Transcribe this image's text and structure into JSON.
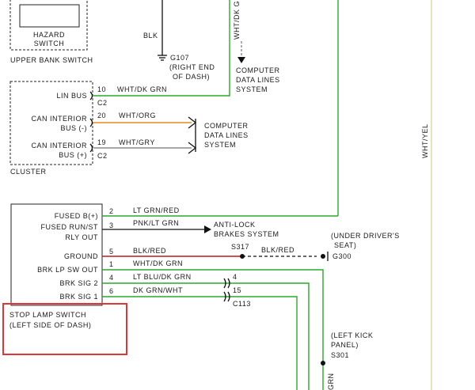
{
  "upper_bank": {
    "hazard_switch_line1": "HAZARD",
    "hazard_switch_line2": "SWITCH",
    "label": "UPPER BANK SWITCH"
  },
  "ground_g107": {
    "wire": "BLK",
    "id": "G107",
    "loc_line1": "(RIGHT END",
    "loc_line2": "OF DASH)"
  },
  "computer_datalines_top": {
    "wire": "WHT/DK G",
    "line1": "COMPUTER",
    "line2": "DATA LINES",
    "line3": "SYSTEM"
  },
  "cluster": {
    "label": "CLUSTER",
    "lin_bus": "LIN BUS",
    "lin_pin": "10",
    "lin_wire": "WHT/DK GRN",
    "c2_top": "C2",
    "can_minus_1": "CAN INTERIOR",
    "can_minus_2": "BUS (-)",
    "can_minus_pin": "20",
    "can_minus_wire": "WHT/ORG",
    "can_plus_1": "CAN INTERIOR",
    "can_plus_2": "BUS (+)",
    "can_plus_pin": "19",
    "can_plus_wire": "WHT/GRY",
    "c2_bottom": "C2"
  },
  "computer_datalines_mid": {
    "line1": "COMPUTER",
    "line2": "DATA LINES",
    "line3": "SYSTEM"
  },
  "right_wire": "WHT/YEL",
  "stop_lamp_module": {
    "rows": [
      {
        "label": "FUSED B(+)",
        "pin": "2",
        "wire": "LT GRN/RED"
      },
      {
        "label": "FUSED RUN/ST",
        "pin": "3",
        "wire": "PNK/LT GRN"
      },
      {
        "label": "RLY OUT",
        "pin": "",
        "wire": ""
      },
      {
        "label": "GROUND",
        "pin": "5",
        "wire": "BLK/RED"
      },
      {
        "label": "BRK LP SW OUT",
        "pin": "1",
        "wire": "WHT/DK GRN"
      },
      {
        "label": "BRK SIG 2",
        "pin": "4",
        "wire": "LT BLU/DK GRN"
      },
      {
        "label": "BRK SIG 1",
        "pin": "6",
        "wire": "DK GRN/WHT"
      }
    ],
    "name_line1": "STOP LAMP SWITCH",
    "name_line2": "(LEFT SIDE OF DASH)"
  },
  "abs": {
    "line1": "ANTI-LOCK",
    "line2": "BRAKES SYSTEM"
  },
  "splice_s317": {
    "id": "S317",
    "wire": "BLK/RED"
  },
  "ground_g300": {
    "id": "G300",
    "loc_line1": "(UNDER DRIVER'S",
    "loc_line2": "SEAT)"
  },
  "connector_c113": {
    "pin_a": "4",
    "pin_b": "15",
    "id": "C113"
  },
  "splice_s301": {
    "loc_line1": "(LEFT KICK",
    "loc_line2": "PANEL)",
    "id": "S301"
  },
  "bottom_wire_fragment": "GRN"
}
